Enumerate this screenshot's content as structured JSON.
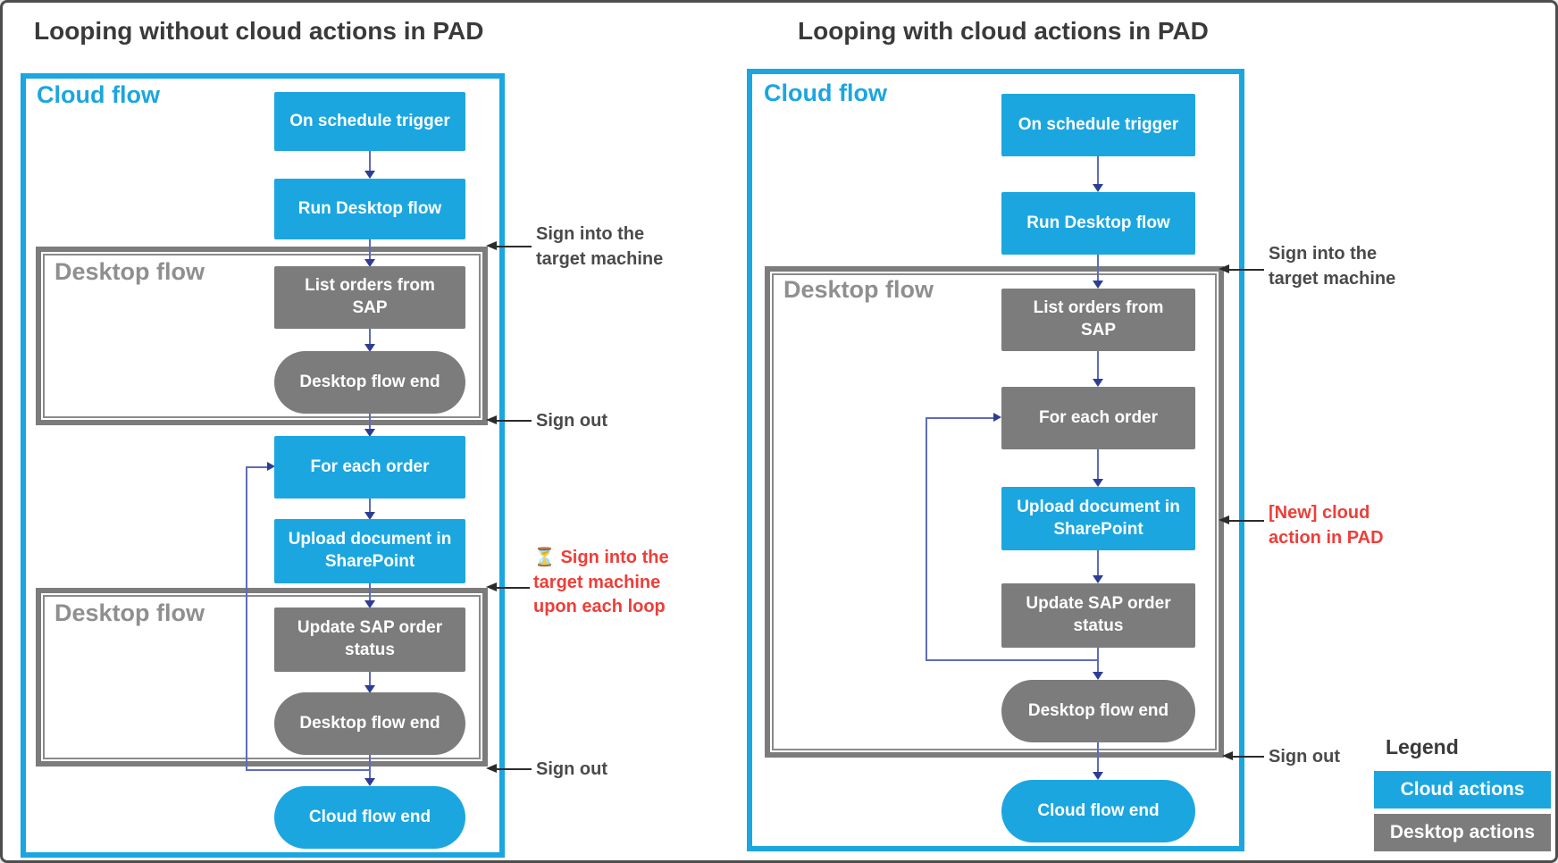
{
  "colors": {
    "cloud_blue": "#1ba6e0",
    "desktop_gray": "#7c7c7c",
    "flow_arrow_blue": "#2e3d94",
    "annotation_red": "#ee3e39",
    "annotation_gray": "#4a4a4a"
  },
  "icons": {
    "hourglass": "⏳"
  },
  "left_diagram": {
    "title": "Looping without cloud actions in PAD",
    "cloud_flow_label": "Cloud flow",
    "desktop_flow_label_1": "Desktop flow",
    "desktop_flow_label_2": "Desktop flow",
    "nodes": {
      "on_schedule_trigger": "On schedule trigger",
      "run_desktop_flow": "Run Desktop flow",
      "list_orders_sap": "List orders from SAP",
      "desktop_flow_end_1": "Desktop flow end",
      "for_each_order": "For each order",
      "upload_document_sharepoint": "Upload document in SharePoint",
      "update_sap_order_status": "Update SAP order status",
      "desktop_flow_end_2": "Desktop flow end",
      "cloud_flow_end": "Cloud flow end"
    },
    "annotations": {
      "sign_in_top": "Sign into the target machine",
      "sign_out_top": "Sign out",
      "sign_in_loop": "Sign into the target machine upon each loop",
      "sign_out_bottom": "Sign out"
    }
  },
  "right_diagram": {
    "title": "Looping with cloud actions in PAD",
    "cloud_flow_label": "Cloud flow",
    "desktop_flow_label": "Desktop flow",
    "nodes": {
      "on_schedule_trigger": "On schedule trigger",
      "run_desktop_flow": "Run Desktop flow",
      "list_orders_sap": "List orders from SAP",
      "for_each_order": "For each order",
      "upload_document_sharepoint": "Upload document in SharePoint",
      "update_sap_order_status": "Update SAP order status",
      "desktop_flow_end": "Desktop flow end",
      "cloud_flow_end": "Cloud flow end"
    },
    "annotations": {
      "sign_in": "Sign into the target machine",
      "new_cloud_action": "[New] cloud action in PAD",
      "sign_out": "Sign out"
    }
  },
  "legend": {
    "title": "Legend",
    "items": [
      {
        "label": "Cloud actions",
        "color": "#1ba6e0"
      },
      {
        "label": "Desktop actions",
        "color": "#7c7c7c"
      }
    ]
  }
}
